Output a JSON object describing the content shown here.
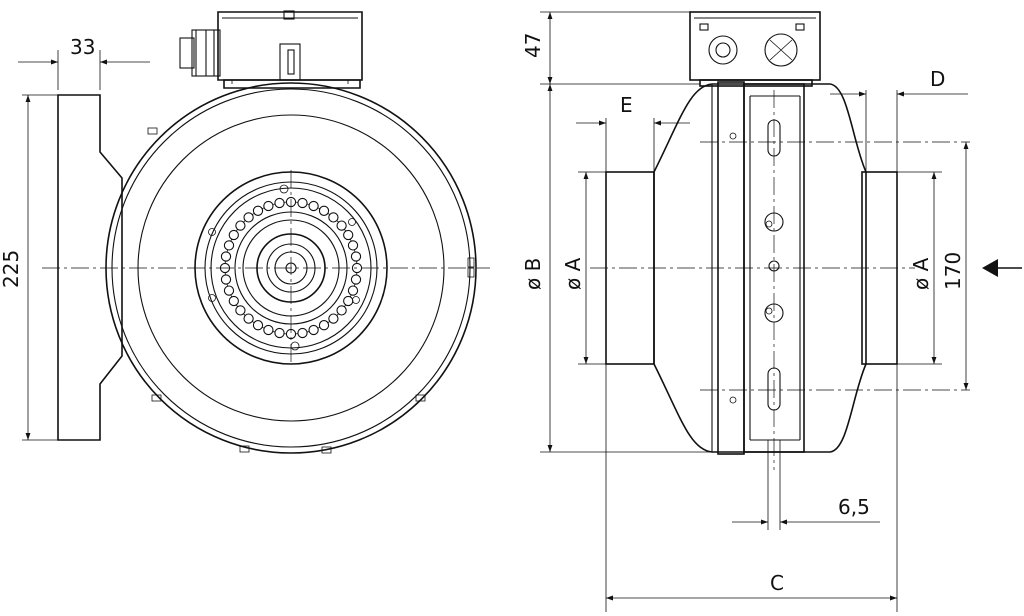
{
  "dimensions": {
    "flange_width": "33",
    "height_left": "225",
    "box_height": "47",
    "dim_d": "D",
    "dim_e": "E",
    "dia_b": "ø B",
    "dia_a_left": "ø A",
    "dia_a_right": "ø A",
    "outlet_height": "170",
    "rail_width": "6,5",
    "length_c": "C"
  }
}
